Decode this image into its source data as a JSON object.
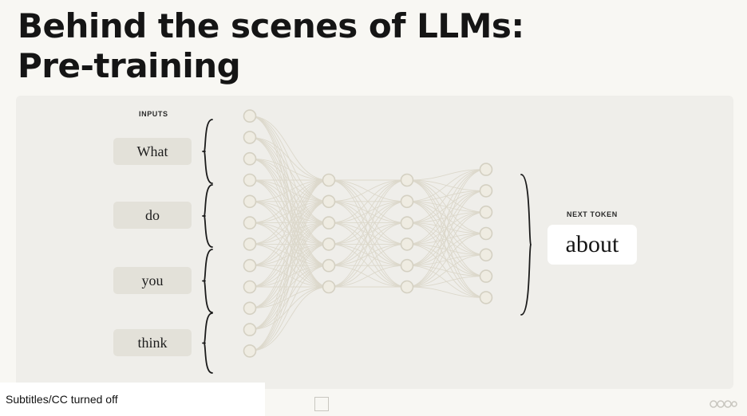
{
  "slide": {
    "title_line1": "Behind the scenes of LLMs:",
    "title_line2": "Pre-training"
  },
  "diagram": {
    "inputs_label": "INPUTS",
    "input_tokens": [
      "What",
      "do",
      "you",
      "think"
    ],
    "output_label": "NEXT TOKEN",
    "output_token": "about",
    "layers": [
      12,
      6,
      6,
      7
    ],
    "colors": {
      "panel": "#efeeea",
      "node_fill": "#efece2",
      "node_stroke": "#d4d0c2",
      "edge": "#dcd8cb",
      "token_bg": "#e3e1d9",
      "output_bg": "#ffffff"
    }
  },
  "caption": {
    "subtitles_status": "Subtitles/CC turned off"
  }
}
